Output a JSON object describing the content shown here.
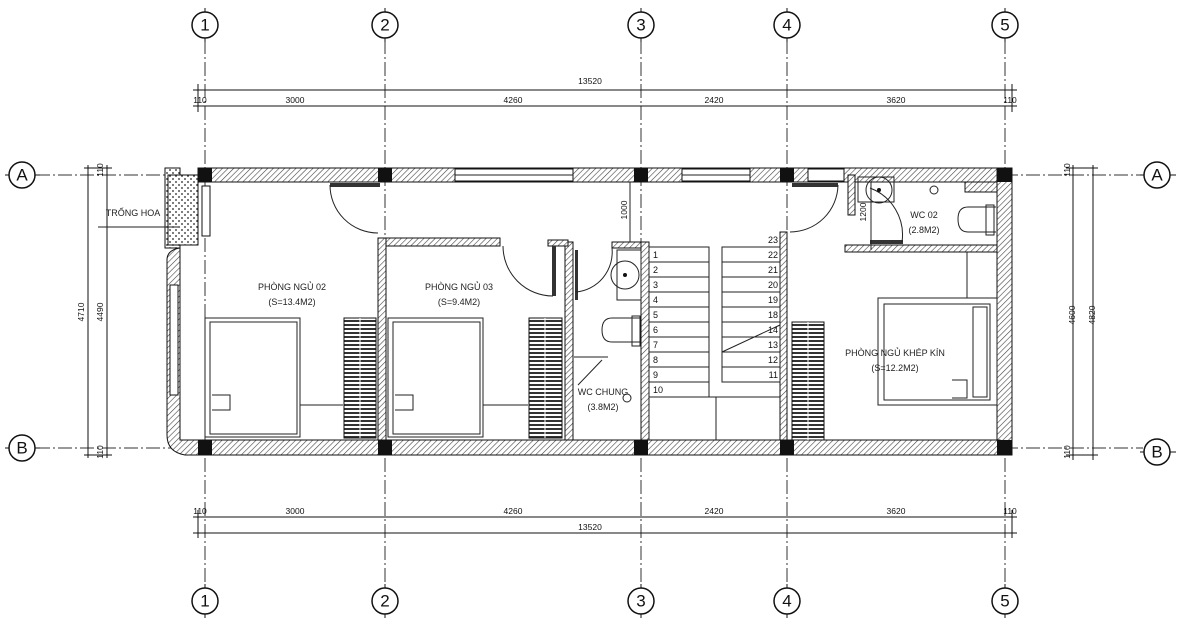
{
  "grid": {
    "columns": [
      "1",
      "2",
      "3",
      "4",
      "5"
    ],
    "rows": [
      "A",
      "B"
    ]
  },
  "dimensions": {
    "overall_length": "13520",
    "segments": [
      "3000",
      "4260",
      "2420",
      "3620"
    ],
    "edge_offset": "110",
    "left_overall": "4710",
    "left_inner": "4490",
    "right_inner": "4600",
    "right_overall": "4820",
    "wc_door_clearance": "1000",
    "wc02_door_clearance": "1200"
  },
  "rooms": {
    "planter": "TRỐNG HOA",
    "bedroom2": {
      "name": "PHÒNG NGỦ 02",
      "area": "(S=13.4M2)"
    },
    "bedroom3": {
      "name": "PHÒNG NGỦ 03",
      "area": "(S=9.4M2)"
    },
    "wc_common": {
      "name": "WC CHUNG",
      "area": "(3.8M2)"
    },
    "wc02": {
      "name": "WC 02",
      "area": "(2.8M2)"
    },
    "master": {
      "name": "PHÒNG NGỦ KHÉP KÍN",
      "area": "(S=12.2M2)"
    }
  },
  "stairs": {
    "left_run": [
      "1",
      "2",
      "3",
      "4",
      "5",
      "6",
      "7",
      "8",
      "9",
      "10"
    ],
    "right_run": [
      "23",
      "22",
      "21",
      "20",
      "19",
      "18",
      "14",
      "13",
      "12",
      "11"
    ]
  }
}
